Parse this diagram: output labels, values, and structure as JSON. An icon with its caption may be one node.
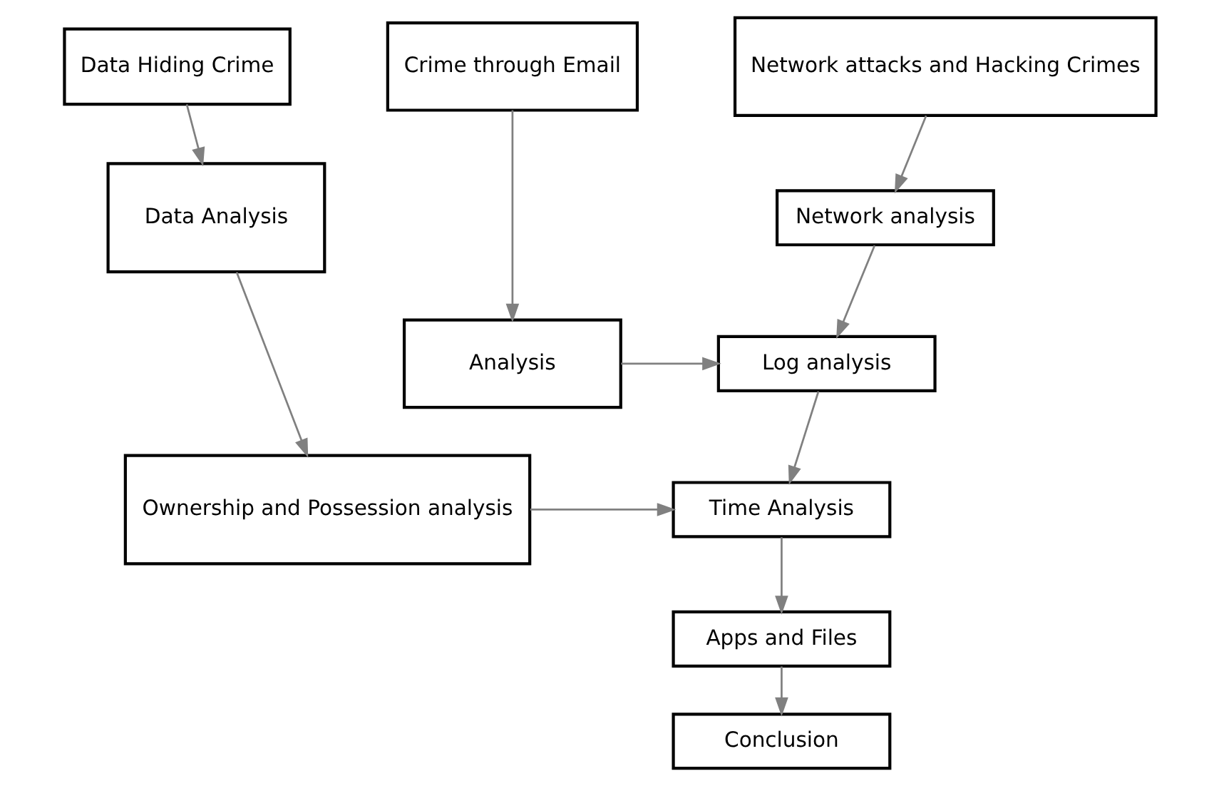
{
  "diagram": {
    "nodes": [
      {
        "text": [
          "Data Hiding Crime"
        ]
      },
      {
        "text": [
          "Network attacks and Hacking Crimes"
        ]
      },
      {
        "text": [
          "Crime through Email"
        ]
      },
      {
        "text": [
          "Data Analysis"
        ]
      },
      {
        "text": [
          "Network analysis"
        ]
      },
      {
        "text": [
          "Log analysis"
        ]
      },
      {
        "text": [
          "Analysis"
        ]
      },
      {
        "text": [
          "Ownership and Possession analysis"
        ]
      },
      {
        "text": [
          "Time Analysis"
        ]
      },
      {
        "text": [
          "Apps and Files"
        ]
      },
      {
        "text": [
          "Conclusion"
        ]
      }
    ],
    "edges": [
      {
        "from": 0,
        "to": 3,
        "arrow": "to"
      },
      {
        "from": 3,
        "to": 7,
        "arrow": "to"
      },
      {
        "from": 7,
        "to": 8,
        "arrow": "to"
      },
      {
        "from": 1,
        "to": 4,
        "arrow": "to"
      },
      {
        "from": 4,
        "to": 5,
        "arrow": "to"
      },
      {
        "from": 5,
        "to": 8,
        "arrow": "to"
      },
      {
        "from": 8,
        "to": 9,
        "arrow": "to"
      },
      {
        "from": 9,
        "to": 10,
        "arrow": "to"
      },
      {
        "from": 2,
        "to": 6,
        "arrow": "to"
      },
      {
        "from": 6,
        "to": 5,
        "arrow": "to"
      }
    ]
  }
}
